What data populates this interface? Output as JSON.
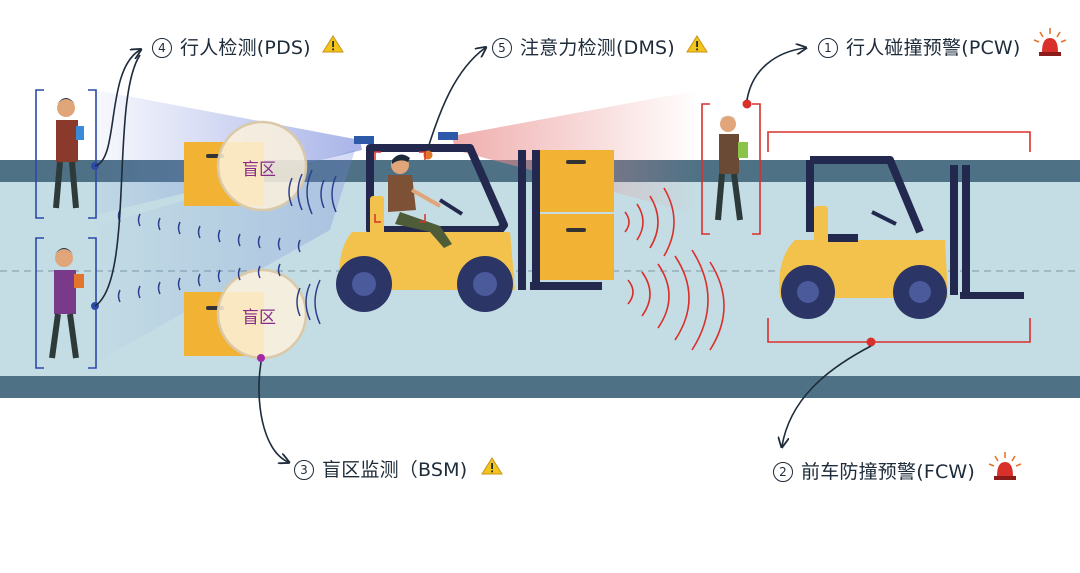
{
  "labels": {
    "pcw": {
      "num": "1",
      "text": "行人碰撞预警(PCW)",
      "icon": "alarm-light-icon"
    },
    "fcw": {
      "num": "2",
      "text": "前车防撞预警(FCW)",
      "icon": "alarm-light-icon"
    },
    "bsm": {
      "num": "3",
      "text": "盲区监测（BSM)",
      "icon": "warning-triangle-icon"
    },
    "pds": {
      "num": "4",
      "text": "行人检测(PDS)",
      "icon": "warning-triangle-icon"
    },
    "dms": {
      "num": "5",
      "text": "注意力检测(DMS)",
      "icon": "warning-triangle-icon"
    }
  },
  "blind_zones": {
    "top": "盲区",
    "bottom": "盲区"
  },
  "colors": {
    "road": "#c4dde4",
    "road_edge": "#4e7186",
    "forklift_yellow": "#f2c24c",
    "wheel": "#2b3566",
    "alert_red": "#d9302c",
    "warning_yellow": "#f3c51a",
    "blind_zone_text": "#8a2a8a"
  }
}
